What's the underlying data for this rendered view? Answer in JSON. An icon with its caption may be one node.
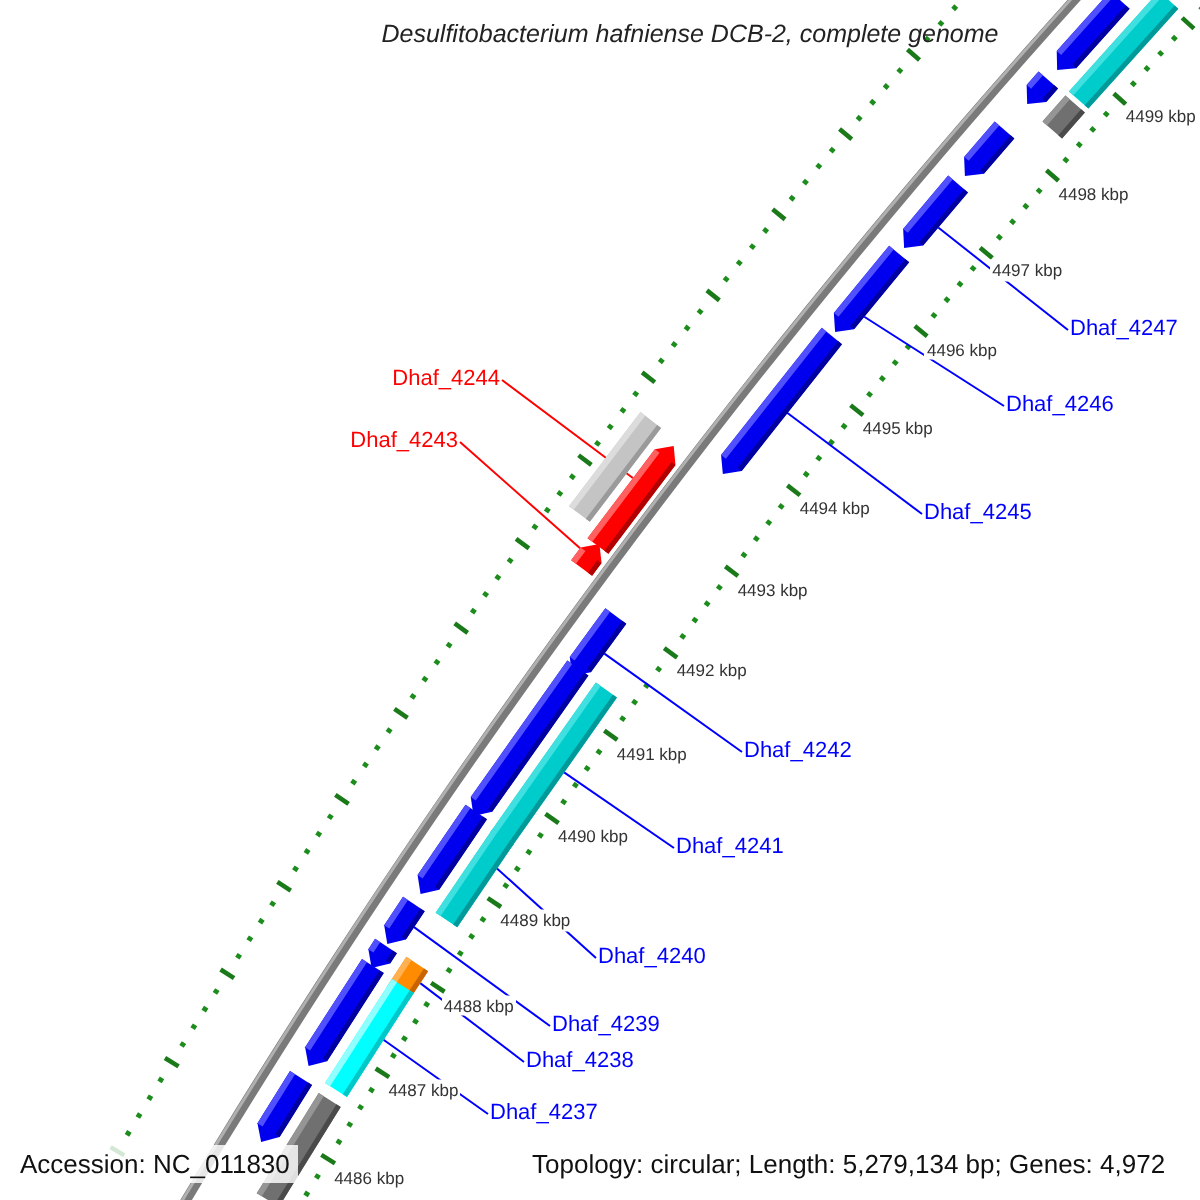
{
  "diagram": {
    "title": "Desulfitobacterium hafniense DCB-2, complete genome",
    "nodes": [
      {
        "text": [
          "Dhaf_4247"
        ]
      },
      {
        "text": [
          "Dhaf_4244"
        ]
      },
      {
        "text": [
          "Dhaf_4246"
        ]
      },
      {
        "text": [
          "Dhaf_4243"
        ]
      },
      {
        "text": [
          "Dhaf_4245"
        ]
      },
      {
        "text": [
          "Dhaf_4242"
        ]
      },
      {
        "text": [
          "Dhaf_4241"
        ]
      },
      {
        "text": [
          "Dhaf_4240"
        ]
      },
      {
        "text": [
          "Dhaf_4239"
        ]
      },
      {
        "text": [
          "Dhaf_4238"
        ]
      },
      {
        "text": [
          "Dhaf_4237"
        ]
      },
      {
        "text": [],
        "shape": "arrow"
      },
      {
        "text": [],
        "shape": "box"
      },
      {
        "text": [],
        "shape": "arrow"
      },
      {
        "text": [],
        "shape": "box"
      },
      {
        "text": [],
        "shape": "arrow"
      },
      {
        "text": [],
        "shape": "arrow"
      },
      {
        "text": [],
        "shape": "arrow"
      },
      {
        "text": [],
        "shape": "arrow"
      },
      {
        "text": [],
        "shape": "box"
      },
      {
        "text": [],
        "shape": "arrow"
      },
      {
        "text": [],
        "shape": "arrow"
      },
      {
        "text": [],
        "shape": "arrow"
      },
      {
        "text": [],
        "shape": "arrow"
      },
      {
        "text": [],
        "shape": "box"
      },
      {
        "text": [],
        "shape": "arrow"
      },
      {
        "text": [],
        "shape": "box"
      },
      {
        "text": [],
        "shape": "arrow"
      },
      {
        "text": [],
        "shape": "arrow"
      },
      {
        "text": [],
        "shape": "box"
      },
      {
        "text": [],
        "shape": "arrow"
      },
      {
        "text": [],
        "shape": "box"
      },
      {
        "text": [],
        "shape": "arrow"
      },
      {
        "text": [],
        "shape": "box"
      }
    ],
    "edges": [
      {
        "from": 0,
        "to": 16,
        "arrow": "none"
      },
      {
        "from": 1,
        "to": 20,
        "arrow": "none",
        "color": "#ff0000"
      },
      {
        "from": 2,
        "to": 17,
        "arrow": "none"
      },
      {
        "from": 3,
        "to": 21,
        "arrow": "none",
        "color": "#ff0000"
      },
      {
        "from": 4,
        "to": 18,
        "arrow": "none"
      },
      {
        "from": 5,
        "to": 22,
        "arrow": "none"
      },
      {
        "from": 6,
        "to": 24,
        "arrow": "none"
      },
      {
        "from": 7,
        "to": 26,
        "arrow": "none"
      },
      {
        "from": 8,
        "to": 27,
        "arrow": "none"
      },
      {
        "from": 9,
        "to": 29,
        "arrow": "none"
      },
      {
        "from": 10,
        "to": 31,
        "arrow": "none"
      }
    ],
    "labels": [
      "4499 kbp",
      "4498 kbp",
      "4497 kbp",
      "4496 kbp",
      "4495 kbp",
      "4494 kbp",
      "4493 kbp",
      "4492 kbp",
      "4491 kbp",
      "4490 kbp",
      "4489 kbp",
      "4488 kbp",
      "4487 kbp",
      "4486 kbp",
      "Accession: NC_011830",
      "Topology: circular; Length: 5,279,134 bp; Genes: 4,972"
    ]
  }
}
